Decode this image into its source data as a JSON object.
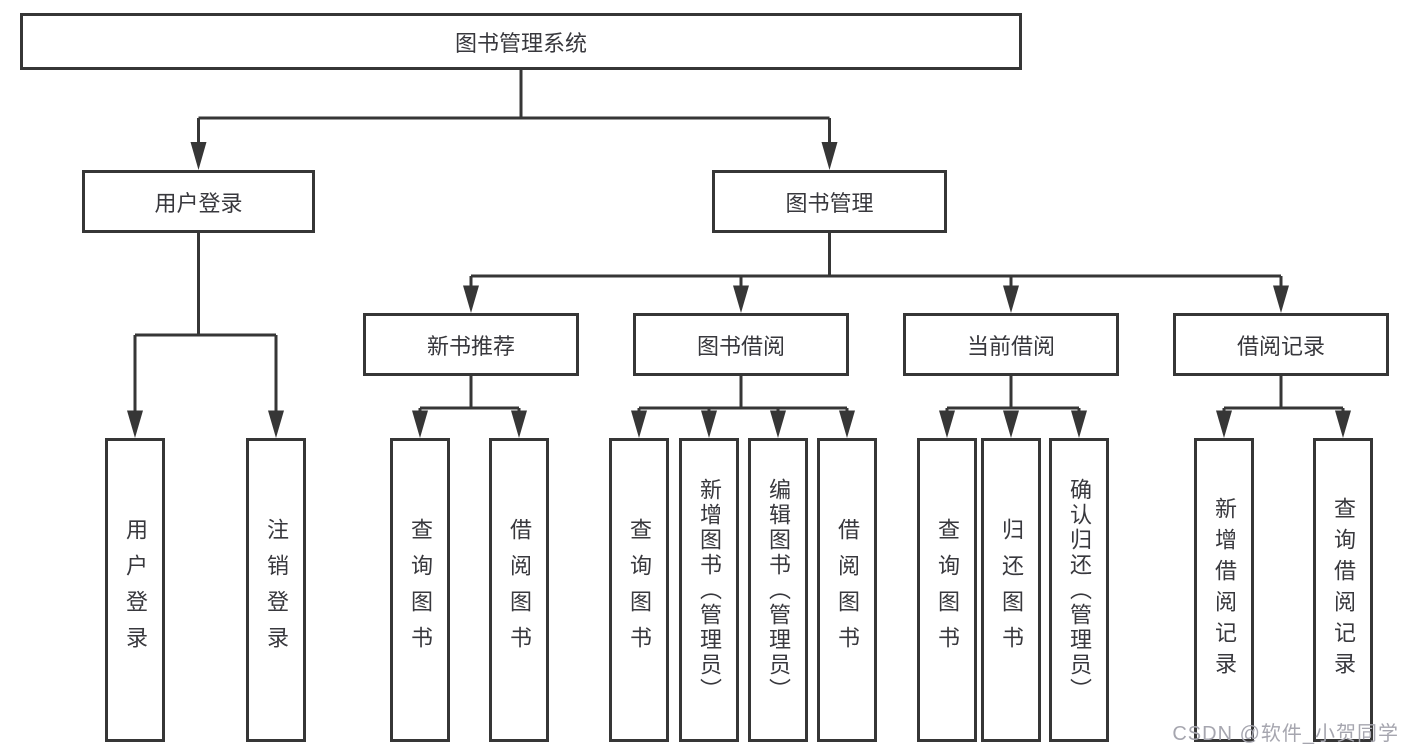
{
  "diagram_title": "图书管理系统",
  "nodes": {
    "root": "图书管理系统",
    "level2": [
      "用户登录",
      "图书管理"
    ],
    "level3": [
      "新书推荐",
      "图书借阅",
      "当前借阅",
      "借阅记录"
    ],
    "leaves": [
      "用户登录",
      "注销登录",
      "查询图书",
      "借阅图书",
      "查询图书",
      "新增图书（管理员）",
      "编辑图书（管理员）",
      "借阅图书",
      "查询图书",
      "归还图书",
      "确认归还（管理员）",
      "新增借阅记录",
      "查询借阅记录"
    ]
  },
  "hierarchy": {
    "label": "图书管理系统",
    "children": [
      {
        "label": "用户登录",
        "children": [
          {
            "label": "用户登录"
          },
          {
            "label": "注销登录"
          }
        ]
      },
      {
        "label": "图书管理",
        "children": [
          {
            "label": "新书推荐",
            "children": [
              {
                "label": "查询图书"
              },
              {
                "label": "借阅图书"
              }
            ]
          },
          {
            "label": "图书借阅",
            "children": [
              {
                "label": "查询图书"
              },
              {
                "label": "新增图书（管理员）"
              },
              {
                "label": "编辑图书（管理员）"
              },
              {
                "label": "借阅图书"
              }
            ]
          },
          {
            "label": "当前借阅",
            "children": [
              {
                "label": "查询图书"
              },
              {
                "label": "归还图书"
              },
              {
                "label": "确认归还（管理员）"
              }
            ]
          },
          {
            "label": "借阅记录",
            "children": [
              {
                "label": "新增借阅记录"
              },
              {
                "label": "查询借阅记录"
              }
            ]
          }
        ]
      }
    ]
  },
  "watermark": {
    "text": "CSDN @软件_小贺同学"
  },
  "colors": {
    "line": "#363636",
    "node_border": "#363636",
    "node_background": "#ffffff",
    "text": "#38383d",
    "watermark": "#a6a6af",
    "page_background": "#ffffff"
  }
}
